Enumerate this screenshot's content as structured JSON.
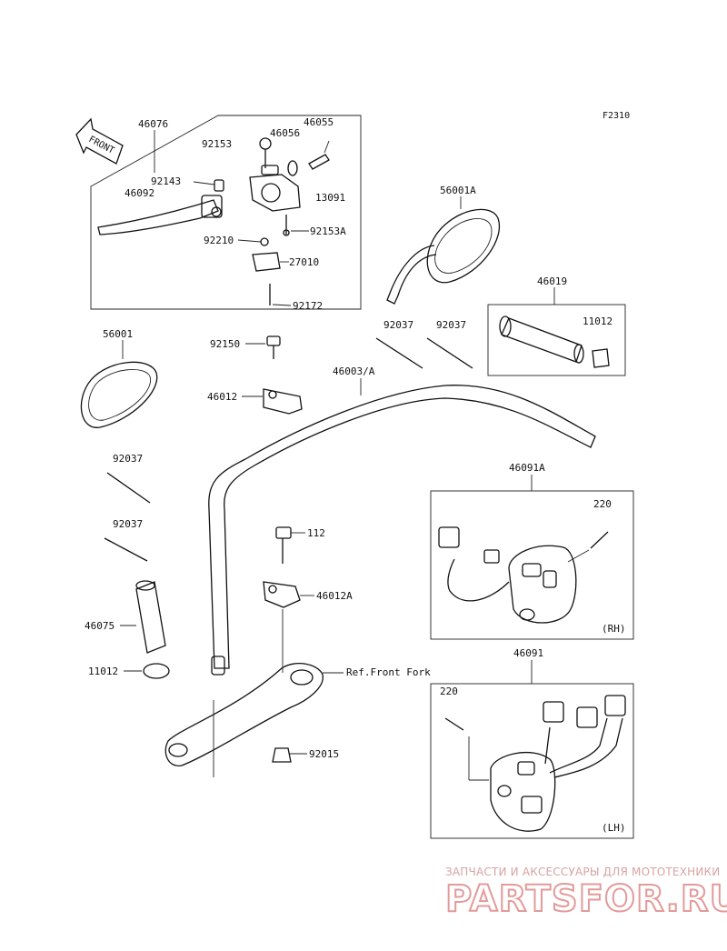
{
  "figure_code": "F2310",
  "front_arrow_label": "FRONT",
  "callouts": {
    "c46076": "46076",
    "c46055": "46055",
    "c92153": "92153",
    "c46056": "46056",
    "c92143": "92143",
    "c13091": "13091",
    "c46092": "46092",
    "c92153A": "92153A",
    "c92210": "92210",
    "c27010": "27010",
    "c92172": "92172",
    "c56001A": "56001A",
    "c46019": "46019",
    "c11012_top": "11012",
    "c56001": "56001",
    "c92150": "92150",
    "c92037_a": "92037",
    "c92037_b": "92037",
    "c46003A": "46003/A",
    "c46012": "46012",
    "c92037_c": "92037",
    "c92037_d": "92037",
    "c46091A": "46091A",
    "c220_rh": "220",
    "c112": "112",
    "c46012A": "46012A",
    "c46075": "46075",
    "c11012_bot": "11012",
    "rh_tag": "(RH)",
    "c46091": "46091",
    "ref_front_fork": "Ref.Front Fork",
    "c220_lh": "220",
    "c92015": "92015",
    "lh_tag": "(LH)"
  },
  "watermark": {
    "tagline": "ЗАПЧАСТИ И АКСЕССУАРЫ ДЛЯ МОТОТЕХНИКИ",
    "brand": "PARTSFOR.RU"
  },
  "colors": {
    "ink": "#111111",
    "watermark": "#e39a9a"
  }
}
